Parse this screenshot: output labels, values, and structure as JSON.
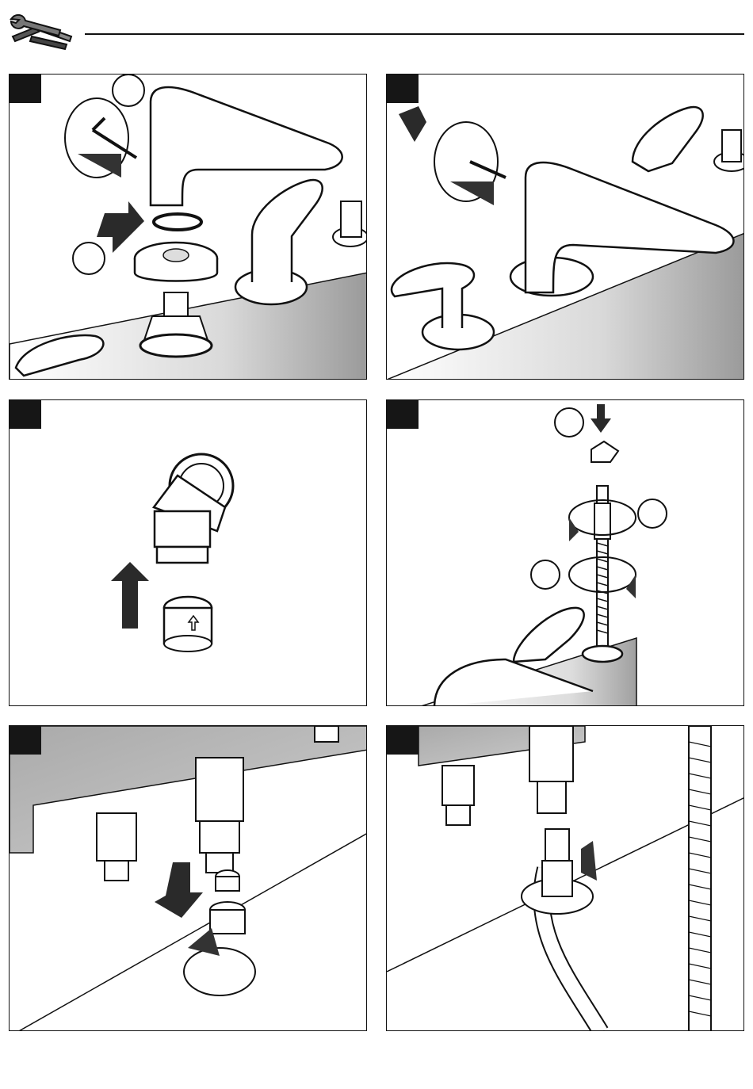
{
  "header": {
    "icon": "wrench-screwdriver-icon"
  },
  "steps": [
    {
      "callouts": 2,
      "icons": [
        "allen-key-icon",
        "rotate-arrow-icon",
        "down-arrow-icon",
        "o-ring-icon",
        "cartridge-icon",
        "spout-icon",
        "handle-icon"
      ]
    },
    {
      "callouts": 0,
      "icons": [
        "allen-key-icon",
        "rotate-arrow-icon",
        "spout-icon",
        "handle-icon"
      ]
    },
    {
      "callouts": 0,
      "icons": [
        "elbow-adapter-icon",
        "check-valve-icon",
        "up-arrow-icon"
      ]
    },
    {
      "callouts": 3,
      "icons": [
        "elbow-adapter-icon",
        "down-arrow-icon",
        "rotate-arrow-icon",
        "threaded-rod-icon",
        "handle-icon"
      ]
    },
    {
      "callouts": 0,
      "icons": [
        "valve-body-icon",
        "cap-icon",
        "nut-icon",
        "down-arrow-icon",
        "rotate-arrow-icon"
      ]
    },
    {
      "callouts": 0,
      "icons": [
        "valve-body-icon",
        "hose-icon",
        "rotate-arrow-icon"
      ]
    }
  ],
  "colors": {
    "line": "#111111",
    "deck_shade": "#bdbdbd",
    "step_box": "#161616",
    "background": "#ffffff"
  }
}
